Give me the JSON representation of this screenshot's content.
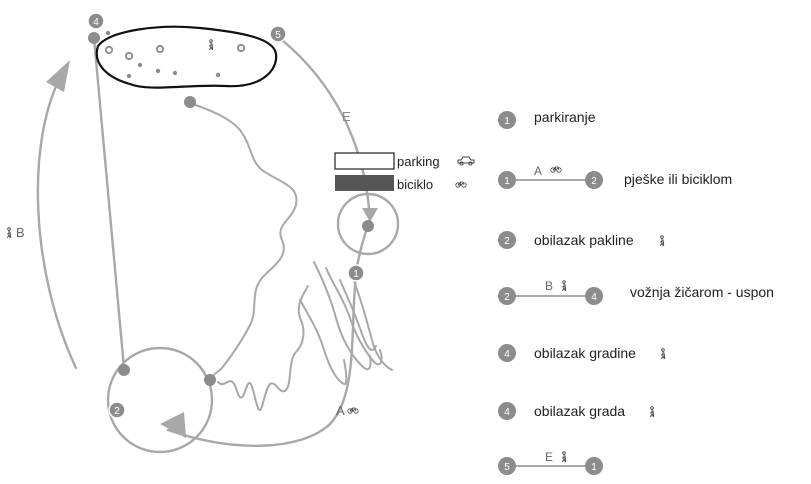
{
  "colors": {
    "route": "#a8a8a8",
    "badge": "#8c8c8c",
    "badge_text": "#ffffff",
    "outline": "#111111",
    "bicycle_box": "#555555",
    "label": "#222222"
  },
  "map": {
    "station_4": "4",
    "station_5": "5",
    "station_2": "2",
    "station_1": "1",
    "route_b_label": "B",
    "route_e_label": "E",
    "route_a_label": "A",
    "hiker_icon": "hiker-icon",
    "bicycle_icon": "bicycle-icon",
    "car_icon": "car-icon"
  },
  "mode_box": {
    "parking_label": "parking",
    "bicycle_label": "biciklo"
  },
  "legend": {
    "items": [
      {
        "from": "1",
        "route": "",
        "to": "",
        "text": "parkiranje"
      },
      {
        "from": "1",
        "route": "A",
        "to": "2",
        "text": "pješke ili biciklom"
      },
      {
        "from": "2",
        "route": "",
        "to": "",
        "text": "obilazak pakline"
      },
      {
        "from": "2",
        "route": "B",
        "to": "4",
        "text": "vožnja žičarom - uspon"
      },
      {
        "from": "4",
        "route": "",
        "to": "",
        "text": "obilazak gradine"
      },
      {
        "from": "4",
        "route": "",
        "to": "",
        "text": "obilazak grada"
      },
      {
        "from": "5",
        "route": "E",
        "to": "1",
        "text": ""
      }
    ]
  }
}
